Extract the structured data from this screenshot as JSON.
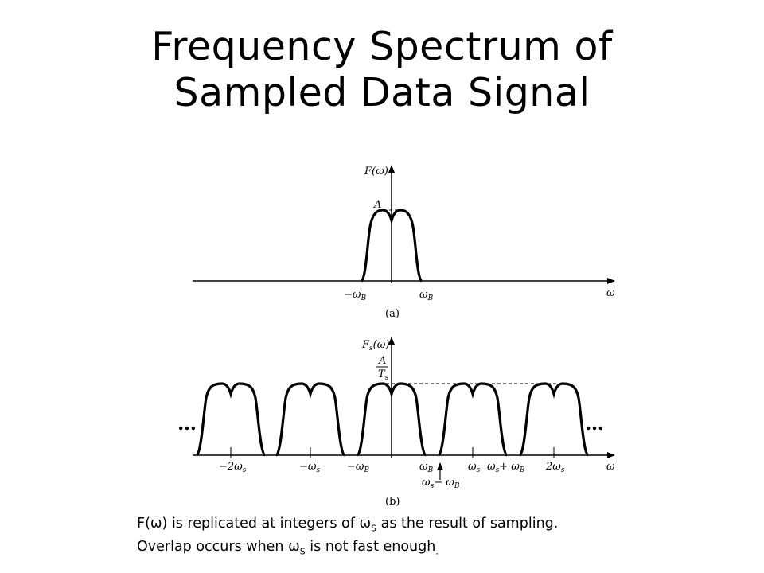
{
  "title": {
    "line1": "Frequency Spectrum of",
    "line2": "Sampled Data Signal"
  },
  "figure_a": {
    "ylabel": "F(ω)",
    "amplitude_label": "A",
    "xlabel": "ω",
    "tick_left": "−ω",
    "tick_left_sub": "B",
    "tick_right": "ω",
    "tick_right_sub": "B",
    "caption": "(a)"
  },
  "figure_b": {
    "ylabel_main": "F",
    "ylabel_sub": "s",
    "ylabel_tail": "(ω)",
    "amp_num": "A",
    "amp_den": "T",
    "amp_den_sub": "s",
    "ellipsis_left": "…",
    "ellipsis_right": "…",
    "xlabel": "ω",
    "ticks": {
      "m2ws": "−2ω",
      "m2ws_sub": "s",
      "mws": "−ω",
      "mws_sub": "s",
      "mwb": "−ω",
      "mwb_sub": "B",
      "wb": "ω",
      "wb_sub": "B",
      "ws": "ω",
      "ws_sub": "s",
      "wspb_a": "ω",
      "wspb_a_sub": "s",
      "wspb_b": "+ ω",
      "wspb_b_sub": "B",
      "twows": "2ω",
      "twows_sub": "s"
    },
    "arrow_label_a": "ω",
    "arrow_label_a_sub": "s",
    "arrow_label_b": "− ω",
    "arrow_label_b_sub": "B",
    "caption": "(b)"
  },
  "caption": {
    "line1_pre": "F(ω) is replicated at integers of ω",
    "line1_sub": "S",
    "line1_post": " as the result of sampling.",
    "line2_pre": "Overlap occurs when ω",
    "line2_sub": "S",
    "line2_post": " is not fast enough",
    "line2_end": "."
  }
}
